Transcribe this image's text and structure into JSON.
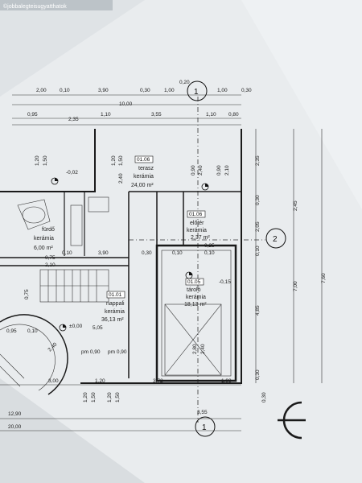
{
  "watermark": "©jobbalegteisugyatthatok",
  "axes": {
    "top": "1",
    "right": "2",
    "bottom": "1"
  },
  "rooms": [
    {
      "code": "01.06",
      "name": "terasz",
      "floor": "kerámia",
      "area": "24,00 m²"
    },
    {
      "code": "01.06",
      "name": "előtér",
      "floor": "kerámia",
      "area": "2,37 m²"
    },
    {
      "code": "01.05",
      "name": "tároló",
      "floor": "kerámia",
      "area": "18,13 m²"
    },
    {
      "code": "01.01",
      "name": "nappali",
      "floor": "kerámia",
      "area": "36,13 m²"
    },
    {
      "code": "",
      "name": "fürdő",
      "floor": "kerámia",
      "area": "6,00 m²"
    }
  ],
  "top_dims": {
    "row1": [
      "2,00",
      "0,10",
      "3,90",
      "0,30",
      "1,00",
      "0,20",
      "1,00",
      "0,30"
    ],
    "row2": [
      "10,00"
    ],
    "row3": [
      "0,95",
      "2,35",
      "1,10",
      "3,55",
      "1,10",
      "0,80"
    ]
  },
  "right_dims": {
    "inner": [
      "2,35",
      "0,30",
      "2,05",
      "0,10",
      "4,85",
      "0,30"
    ],
    "mid": [
      "2,45",
      "7,00"
    ],
    "outer": [
      "7,60"
    ]
  },
  "bottom_dims": [
    "3,00",
    "1,20",
    "3,72",
    "1,93",
    "12,90",
    "20,00",
    "3,55"
  ],
  "misc_dims": [
    "1,20",
    "1,50",
    "-0,02",
    "1,20",
    "1,50",
    "2,40",
    "0,90",
    "2,40",
    "0,90",
    "2,10",
    "0,10",
    "3,90",
    "0,30",
    "0,10",
    "0,25",
    "0,10",
    "1,20",
    "0,75",
    "2,10",
    "0,10",
    "-0,15",
    "2,80",
    "2,40",
    "0,95",
    "0,10",
    "±0,00",
    "5,05",
    "2,40",
    "pm 0,90",
    "pm 0,90",
    "0,30",
    "0,75",
    "1,20",
    "1,50",
    "1,20",
    "1,50",
    "1,20",
    "2,10",
    "1,20"
  ],
  "colors": {
    "paper": "#e9ecee",
    "line": "#1a1a1a",
    "room_label_box": "#ffffff"
  }
}
